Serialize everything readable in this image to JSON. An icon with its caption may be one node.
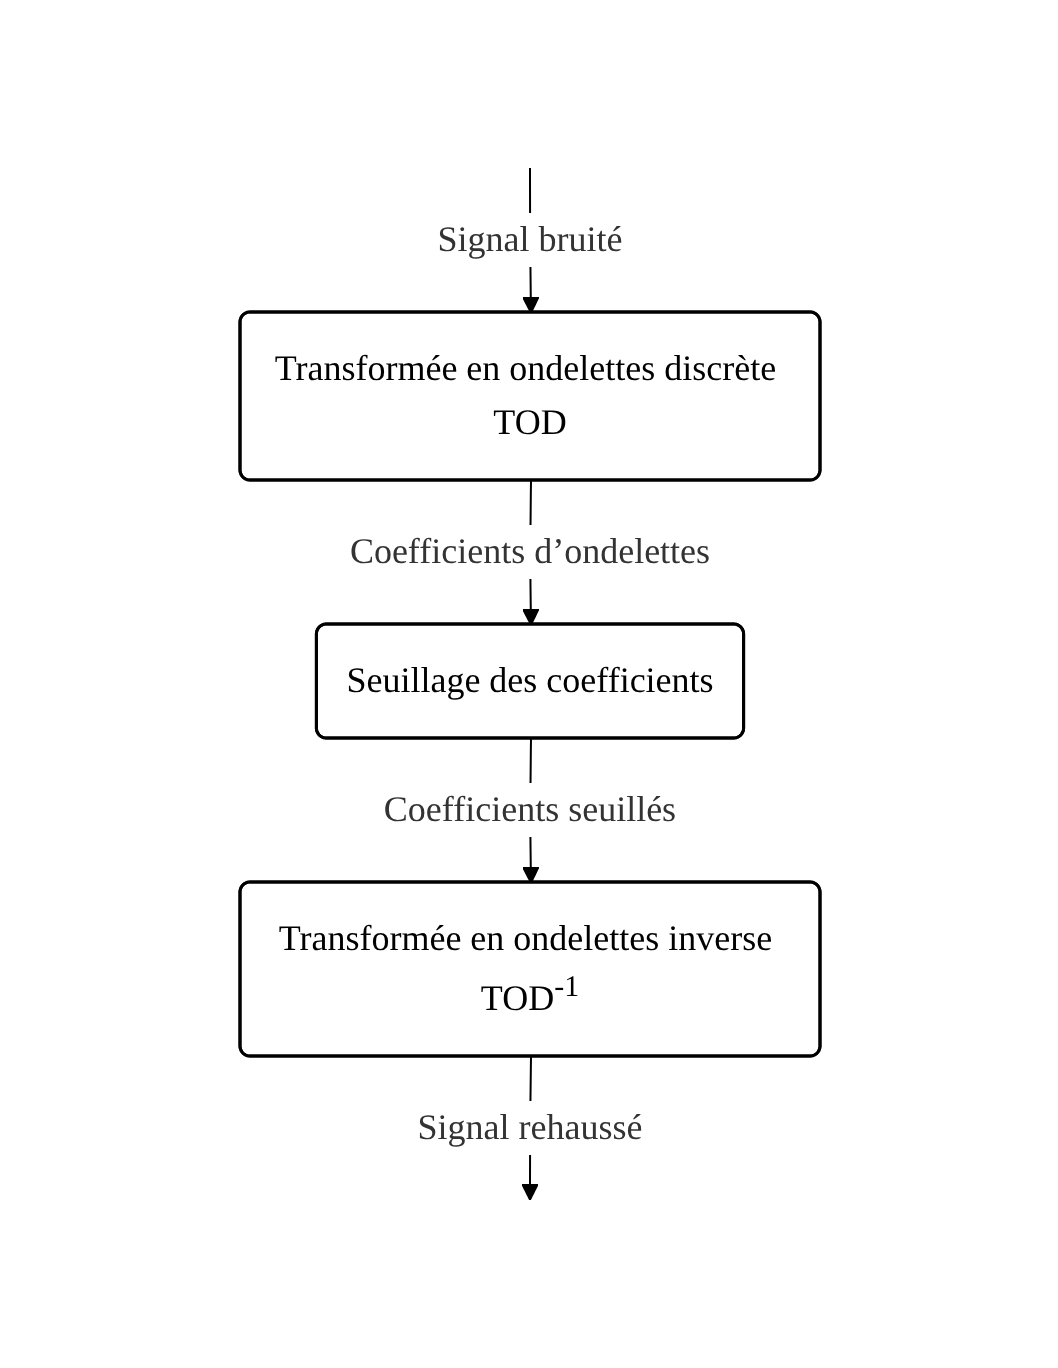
{
  "diagram": {
    "nodes": [
      {
        "text": [
          "Transformée en ondelettes discrète TOD"
        ]
      },
      {
        "text": [
          "Seuillage des coefficients"
        ]
      },
      {
        "text": [
          "Transformée en ondelettes inverse TOD$^{-1}$"
        ]
      }
    ],
    "edges": [
      {
        "from": null,
        "to": 0,
        "arrow": "to",
        "label": "Signal bruité"
      },
      {
        "from": 0,
        "to": 1,
        "arrow": "to",
        "label": "Coefficients d’ondelettes"
      },
      {
        "from": 1,
        "to": 2,
        "arrow": "to",
        "label": "Coefficients seuillés"
      },
      {
        "from": 2,
        "to": null,
        "arrow": "to",
        "label": "Signal rehaussé"
      }
    ]
  }
}
